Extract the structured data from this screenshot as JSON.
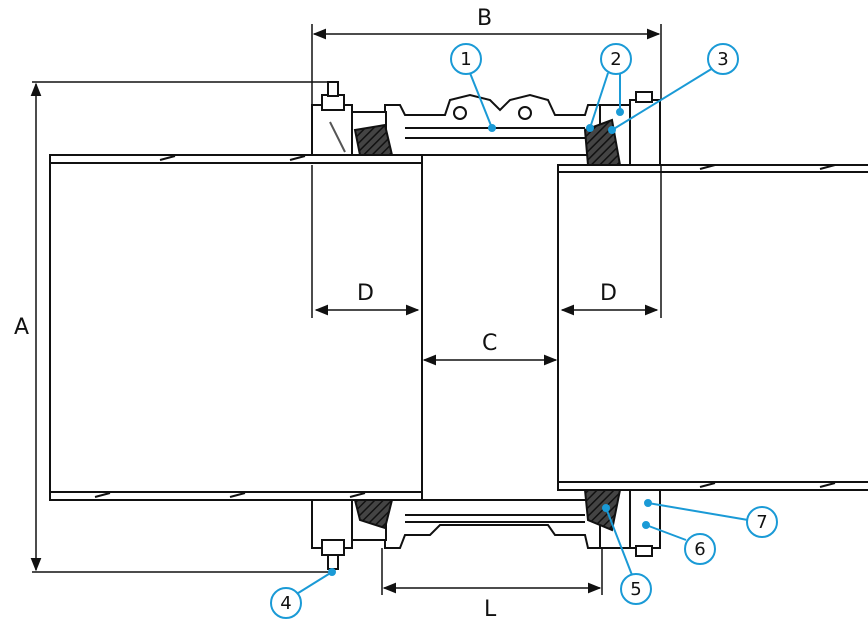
{
  "diagram": {
    "dimensions": {
      "A": "A",
      "B": "B",
      "C": "C",
      "D_left": "D",
      "D_right": "D",
      "L": "L"
    },
    "callouts": [
      "1",
      "2",
      "3",
      "4",
      "5",
      "6",
      "7"
    ],
    "colors": {
      "callout_stroke": "#1a9ad6",
      "line": "#111111",
      "pipe_fill": "#ffffff"
    }
  }
}
